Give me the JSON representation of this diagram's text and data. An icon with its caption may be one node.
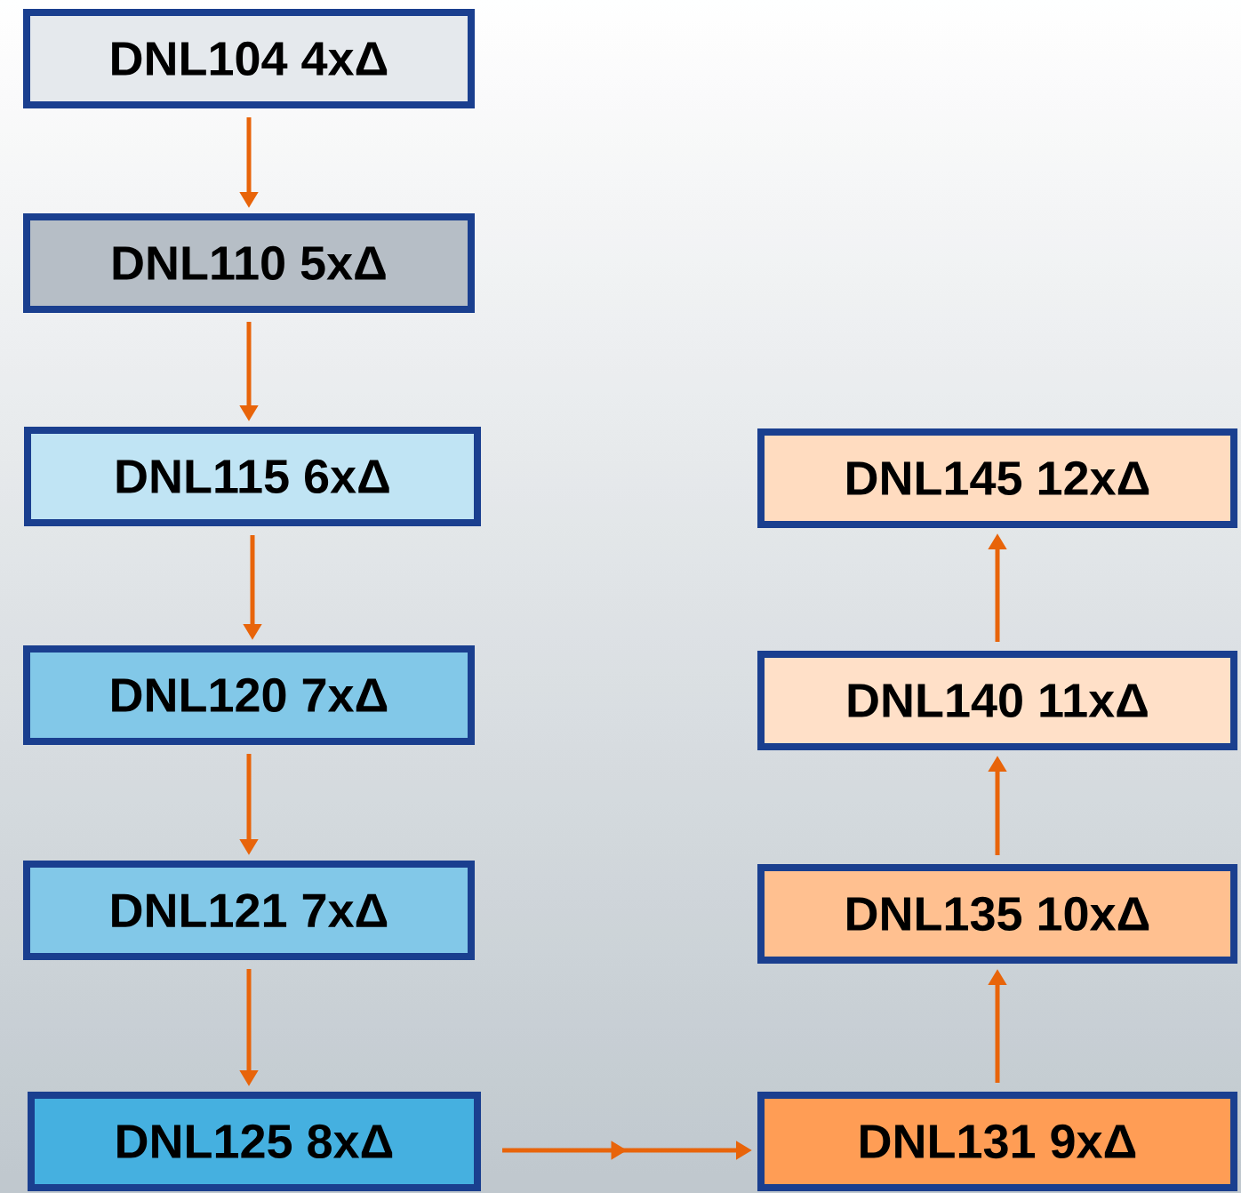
{
  "diagram": {
    "nodes": [
      {
        "text": [
          "DNL104 4xΔ"
        ]
      },
      {
        "text": [
          "DNL110 5xΔ"
        ]
      },
      {
        "text": [
          "DNL115 6xΔ"
        ]
      },
      {
        "text": [
          "DNL120 7xΔ"
        ]
      },
      {
        "text": [
          "DNL121 7xΔ"
        ]
      },
      {
        "text": [
          "DNL125 8xΔ"
        ]
      },
      {
        "text": [
          "DNL131 9xΔ"
        ]
      },
      {
        "text": [
          "DNL135 10xΔ"
        ]
      },
      {
        "text": [
          "DNL140 11xΔ"
        ]
      },
      {
        "text": [
          "DNL145 12xΔ"
        ]
      }
    ],
    "edges": [
      {
        "from": 0,
        "to": 1,
        "arrow": "to"
      },
      {
        "from": 1,
        "to": 2,
        "arrow": "to"
      },
      {
        "from": 2,
        "to": 3,
        "arrow": "to"
      },
      {
        "from": 3,
        "to": 4,
        "arrow": "to"
      },
      {
        "from": 4,
        "to": 5,
        "arrow": "to"
      },
      {
        "from": 5,
        "to": 6,
        "arrow": "to"
      },
      {
        "from": 6,
        "to": 7,
        "arrow": "to"
      },
      {
        "from": 7,
        "to": 8,
        "arrow": "to"
      },
      {
        "from": 8,
        "to": 9,
        "arrow": "to"
      }
    ]
  }
}
